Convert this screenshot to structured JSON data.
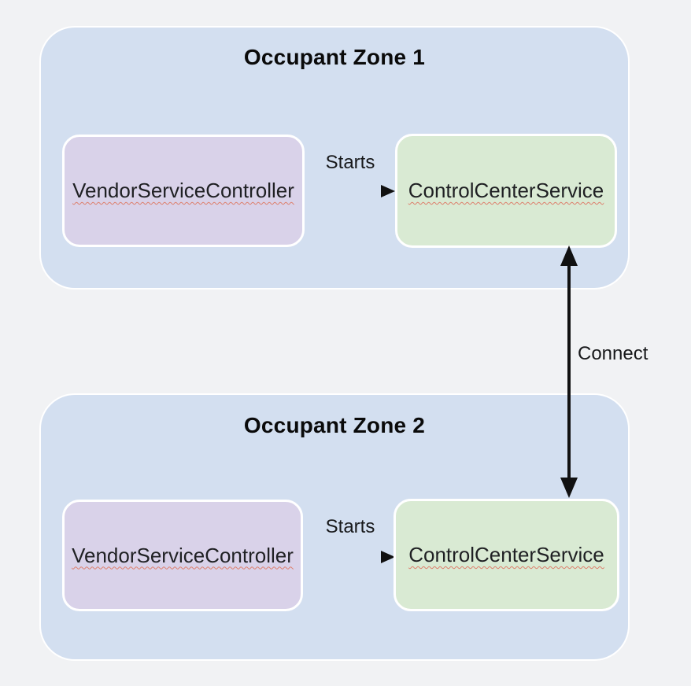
{
  "diagram": {
    "zones": [
      {
        "title": "Occupant Zone 1",
        "nodes": [
          {
            "id": "vendor-service-controller",
            "label": "VendorServiceController"
          },
          {
            "id": "control-center-service",
            "label": "ControlCenterService"
          }
        ],
        "edge_label": "Starts"
      },
      {
        "title": "Occupant Zone 2",
        "nodes": [
          {
            "id": "vendor-service-controller",
            "label": "VendorServiceController"
          },
          {
            "id": "control-center-service",
            "label": "ControlCenterService"
          }
        ],
        "edge_label": "Starts"
      }
    ],
    "connect_edge": {
      "label": "Connect"
    },
    "colors": {
      "page_bg": "#f1f2f4",
      "zone_fill": "#d3dff0",
      "vendor_fill": "#d9d2e9",
      "control_fill": "#d9ead3",
      "arrow": "#111111",
      "squiggle": "#dd7e6b"
    }
  }
}
